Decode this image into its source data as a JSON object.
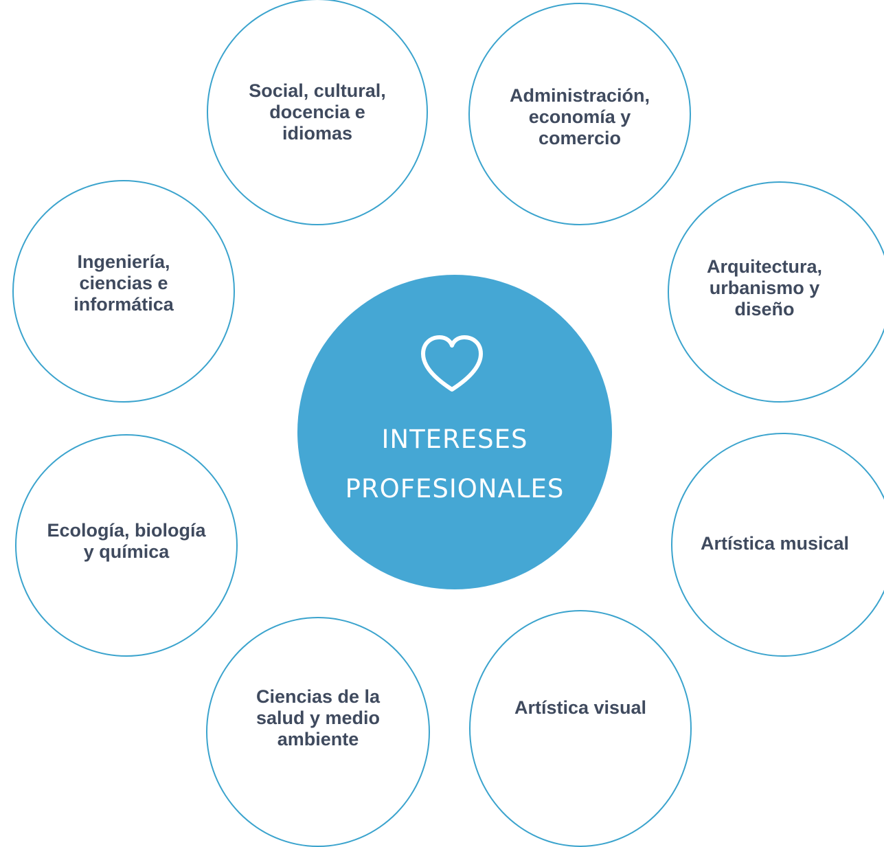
{
  "center": {
    "title_line1": "INTERESES",
    "title_line2": "PROFESIONALES",
    "icon": "heart-icon",
    "color": "#45a7d4"
  },
  "colors": {
    "bubble_border": "#3aa3cd",
    "label_text": "#3f4a5e"
  },
  "areas": [
    {
      "label": "Social, cultural,\ndocencia e\nidiomas"
    },
    {
      "label": "Administración,\neconomía y\ncomercio"
    },
    {
      "label": "Arquitectura,\nurbanismo y\ndiseño"
    },
    {
      "label": "Artística musical"
    },
    {
      "label": "Artística visual"
    },
    {
      "label": "Ciencias de la\nsalud y medio\nambiente"
    },
    {
      "label": "Ecología, biología\ny química"
    },
    {
      "label": "Ingeniería,\nciencias e\ninformática"
    }
  ]
}
